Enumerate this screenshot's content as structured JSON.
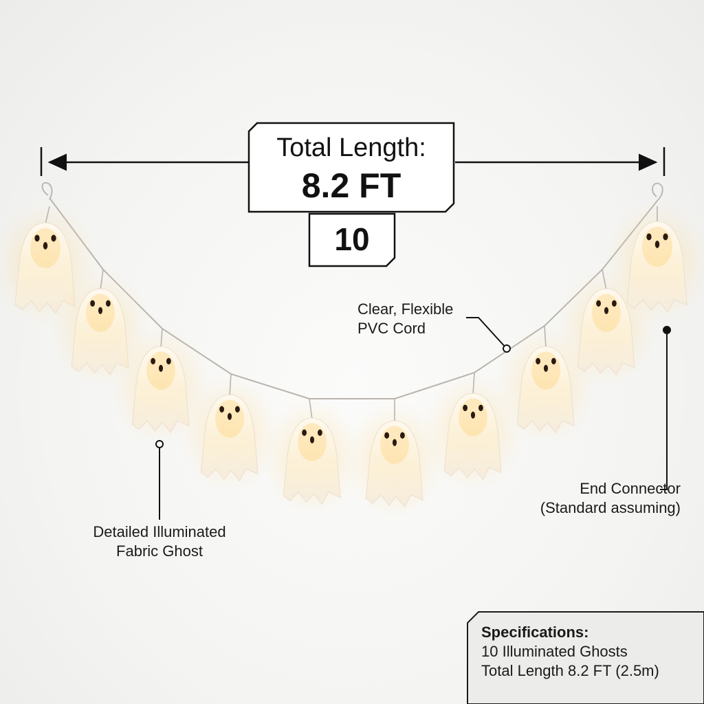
{
  "dimension_box": {
    "title": "Total Length:",
    "value": "8.2 FT",
    "count": "10"
  },
  "callouts": {
    "cord": [
      "Clear, Flexible",
      "PVC Cord"
    ],
    "ghost": [
      "Detailed Illuminated",
      "Fabric Ghost"
    ],
    "connector": [
      "End Connector",
      "(Standard assuming)"
    ]
  },
  "specifications": {
    "heading": "Specifications:",
    "lines": [
      "10 Illuminated Ghosts",
      "Total Length 8.2 FT (2.5m)"
    ]
  },
  "colors": {
    "ghost_fabric": "#fdf6e6",
    "glow": "#ffcf6e",
    "eyes": "#2a1a12",
    "cord": "#b9b4ad",
    "lines": "#111111"
  }
}
